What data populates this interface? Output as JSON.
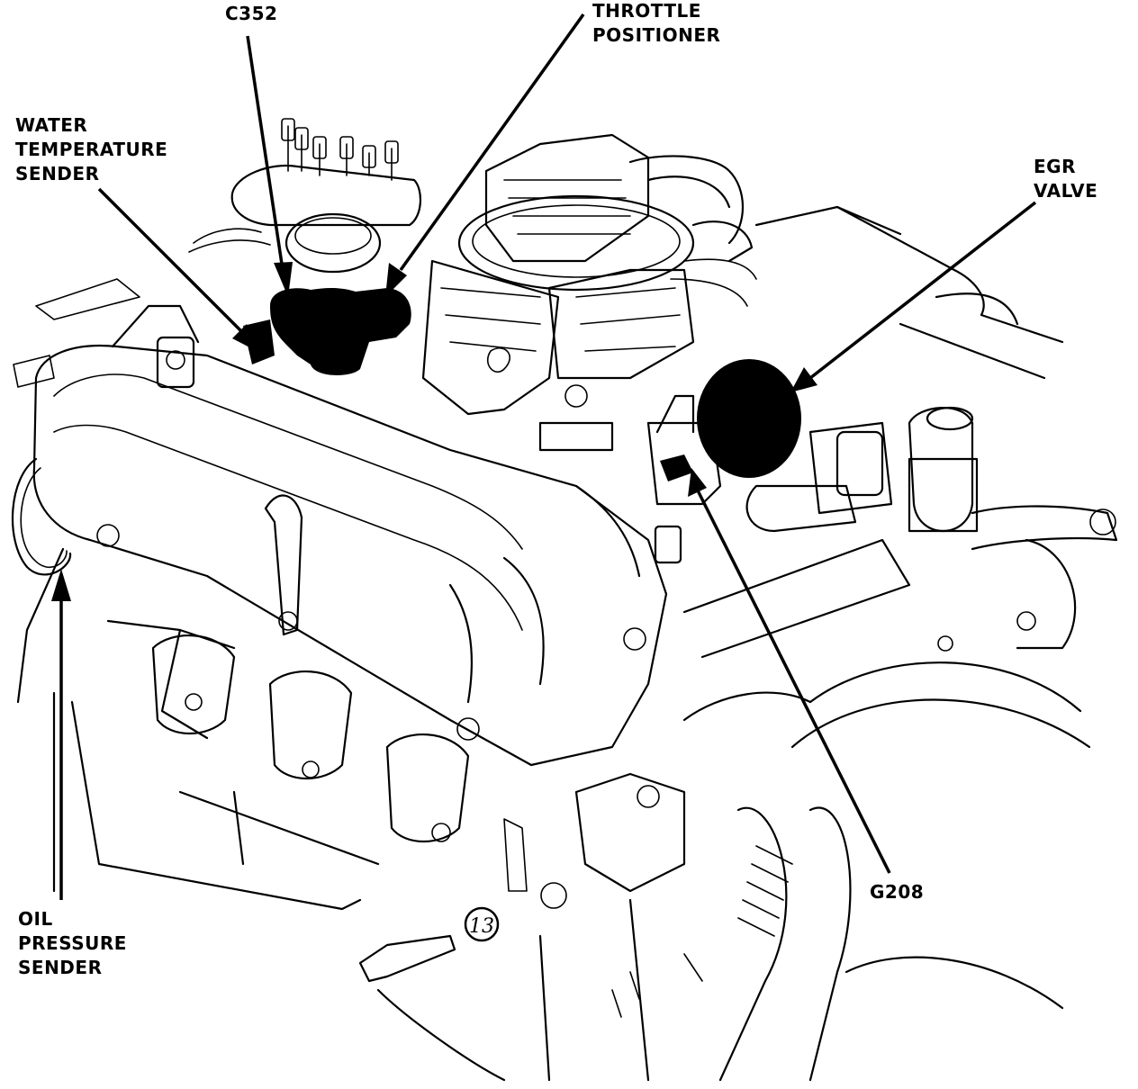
{
  "labels": {
    "c352": "C352",
    "throttle_positioner": [
      "THROTTLE",
      "POSITIONER"
    ],
    "water_temperature_sender": [
      "WATER",
      "TEMPERATURE",
      "SENDER"
    ],
    "egr_valve": [
      "EGR",
      "VALVE"
    ],
    "g208": "G208",
    "oil_pressure_sender": [
      "OIL",
      "PRESSURE",
      "SENDER"
    ],
    "callout_13": "13"
  },
  "colors": {
    "ink": "#000000",
    "paper": "#ffffff"
  }
}
